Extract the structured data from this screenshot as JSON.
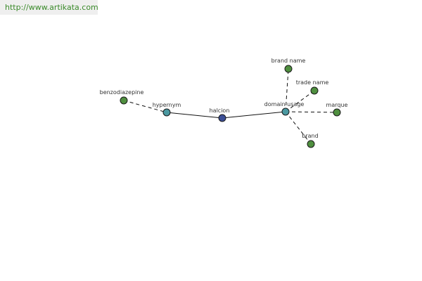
{
  "watermark": {
    "text": "http://www.artikata.com"
  },
  "colors": {
    "center_node": "#3b4e96",
    "relation_node": "#4a98a0",
    "leaf_node": "#4f8f3f",
    "node_stroke": "#1a1a1a",
    "edge": "#111111"
  },
  "graph": {
    "nodes": [
      {
        "id": "halcion",
        "label": "halcion",
        "kind": "center"
      },
      {
        "id": "hypernym",
        "label": "hypernym",
        "kind": "relation"
      },
      {
        "id": "domain_usage",
        "label": "domain usage",
        "kind": "relation"
      },
      {
        "id": "benzodiazepine",
        "label": "benzodiazepine",
        "kind": "leaf"
      },
      {
        "id": "brand_name",
        "label": "brand name",
        "kind": "leaf"
      },
      {
        "id": "trade_name",
        "label": "trade name",
        "kind": "leaf"
      },
      {
        "id": "marque",
        "label": "marque",
        "kind": "leaf"
      },
      {
        "id": "brand",
        "label": "brand",
        "kind": "leaf"
      }
    ],
    "edges": [
      {
        "from": "hypernym",
        "to": "halcion",
        "style": "solid"
      },
      {
        "from": "halcion",
        "to": "domain_usage",
        "style": "solid"
      },
      {
        "from": "benzodiazepine",
        "to": "hypernym",
        "style": "dashed"
      },
      {
        "from": "domain_usage",
        "to": "brand_name",
        "style": "dashed"
      },
      {
        "from": "domain_usage",
        "to": "trade_name",
        "style": "dashed"
      },
      {
        "from": "domain_usage",
        "to": "marque",
        "style": "dashed"
      },
      {
        "from": "domain_usage",
        "to": "brand",
        "style": "dashed"
      }
    ]
  }
}
